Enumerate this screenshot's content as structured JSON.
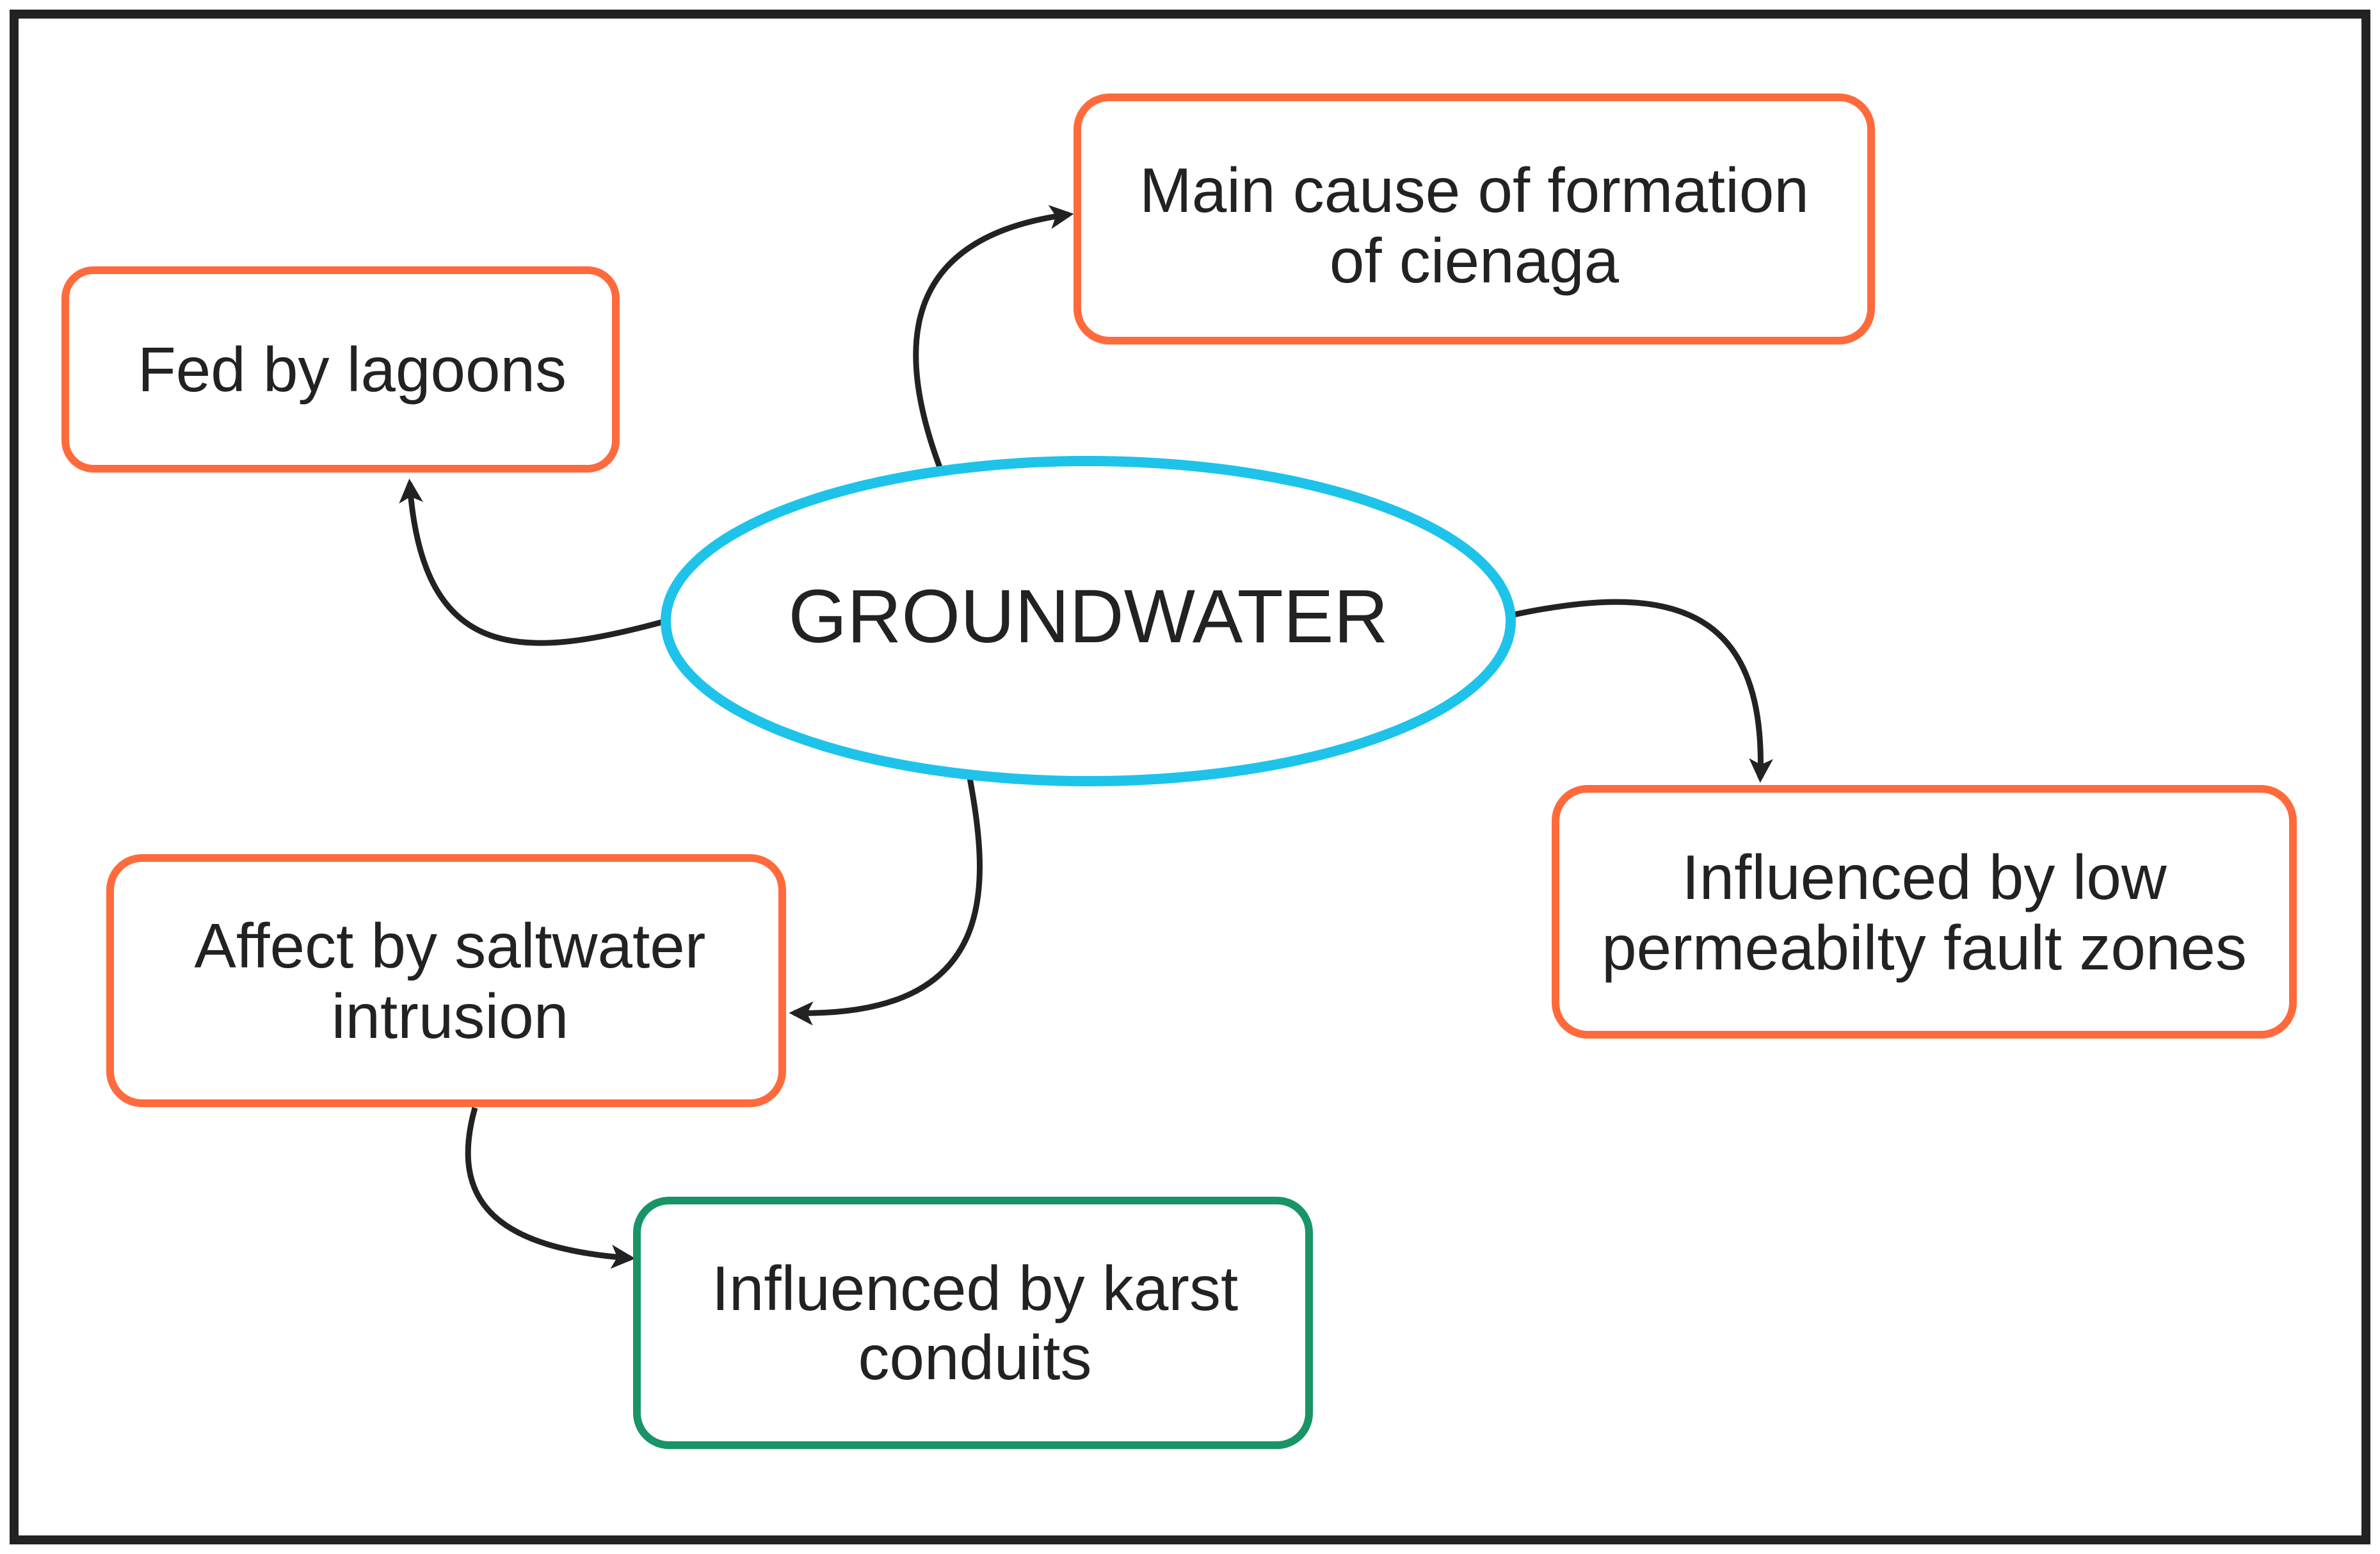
{
  "center": {
    "label": "GROUNDWATER",
    "color": "#1ec3ea"
  },
  "nodes": {
    "main_cause": {
      "lines": [
        "Main cause of formation",
        "of cienaga"
      ],
      "color": "#ff6a3d"
    },
    "fed_by_lagoons": {
      "lines": [
        "Fed by lagoons"
      ],
      "color": "#ff6a3d"
    },
    "fault_zones": {
      "lines": [
        "Influenced by low",
        "permeabilty fault zones"
      ],
      "color": "#ff6a3d"
    },
    "saltwater": {
      "lines": [
        "Affect by saltwater",
        "intrusion"
      ],
      "color": "#ff6a3d"
    },
    "karst": {
      "lines": [
        "Influenced by karst",
        "conduits"
      ],
      "color": "#189466"
    }
  },
  "colors": {
    "frame": "#222222",
    "arrow": "#222222",
    "text": "#222222"
  }
}
